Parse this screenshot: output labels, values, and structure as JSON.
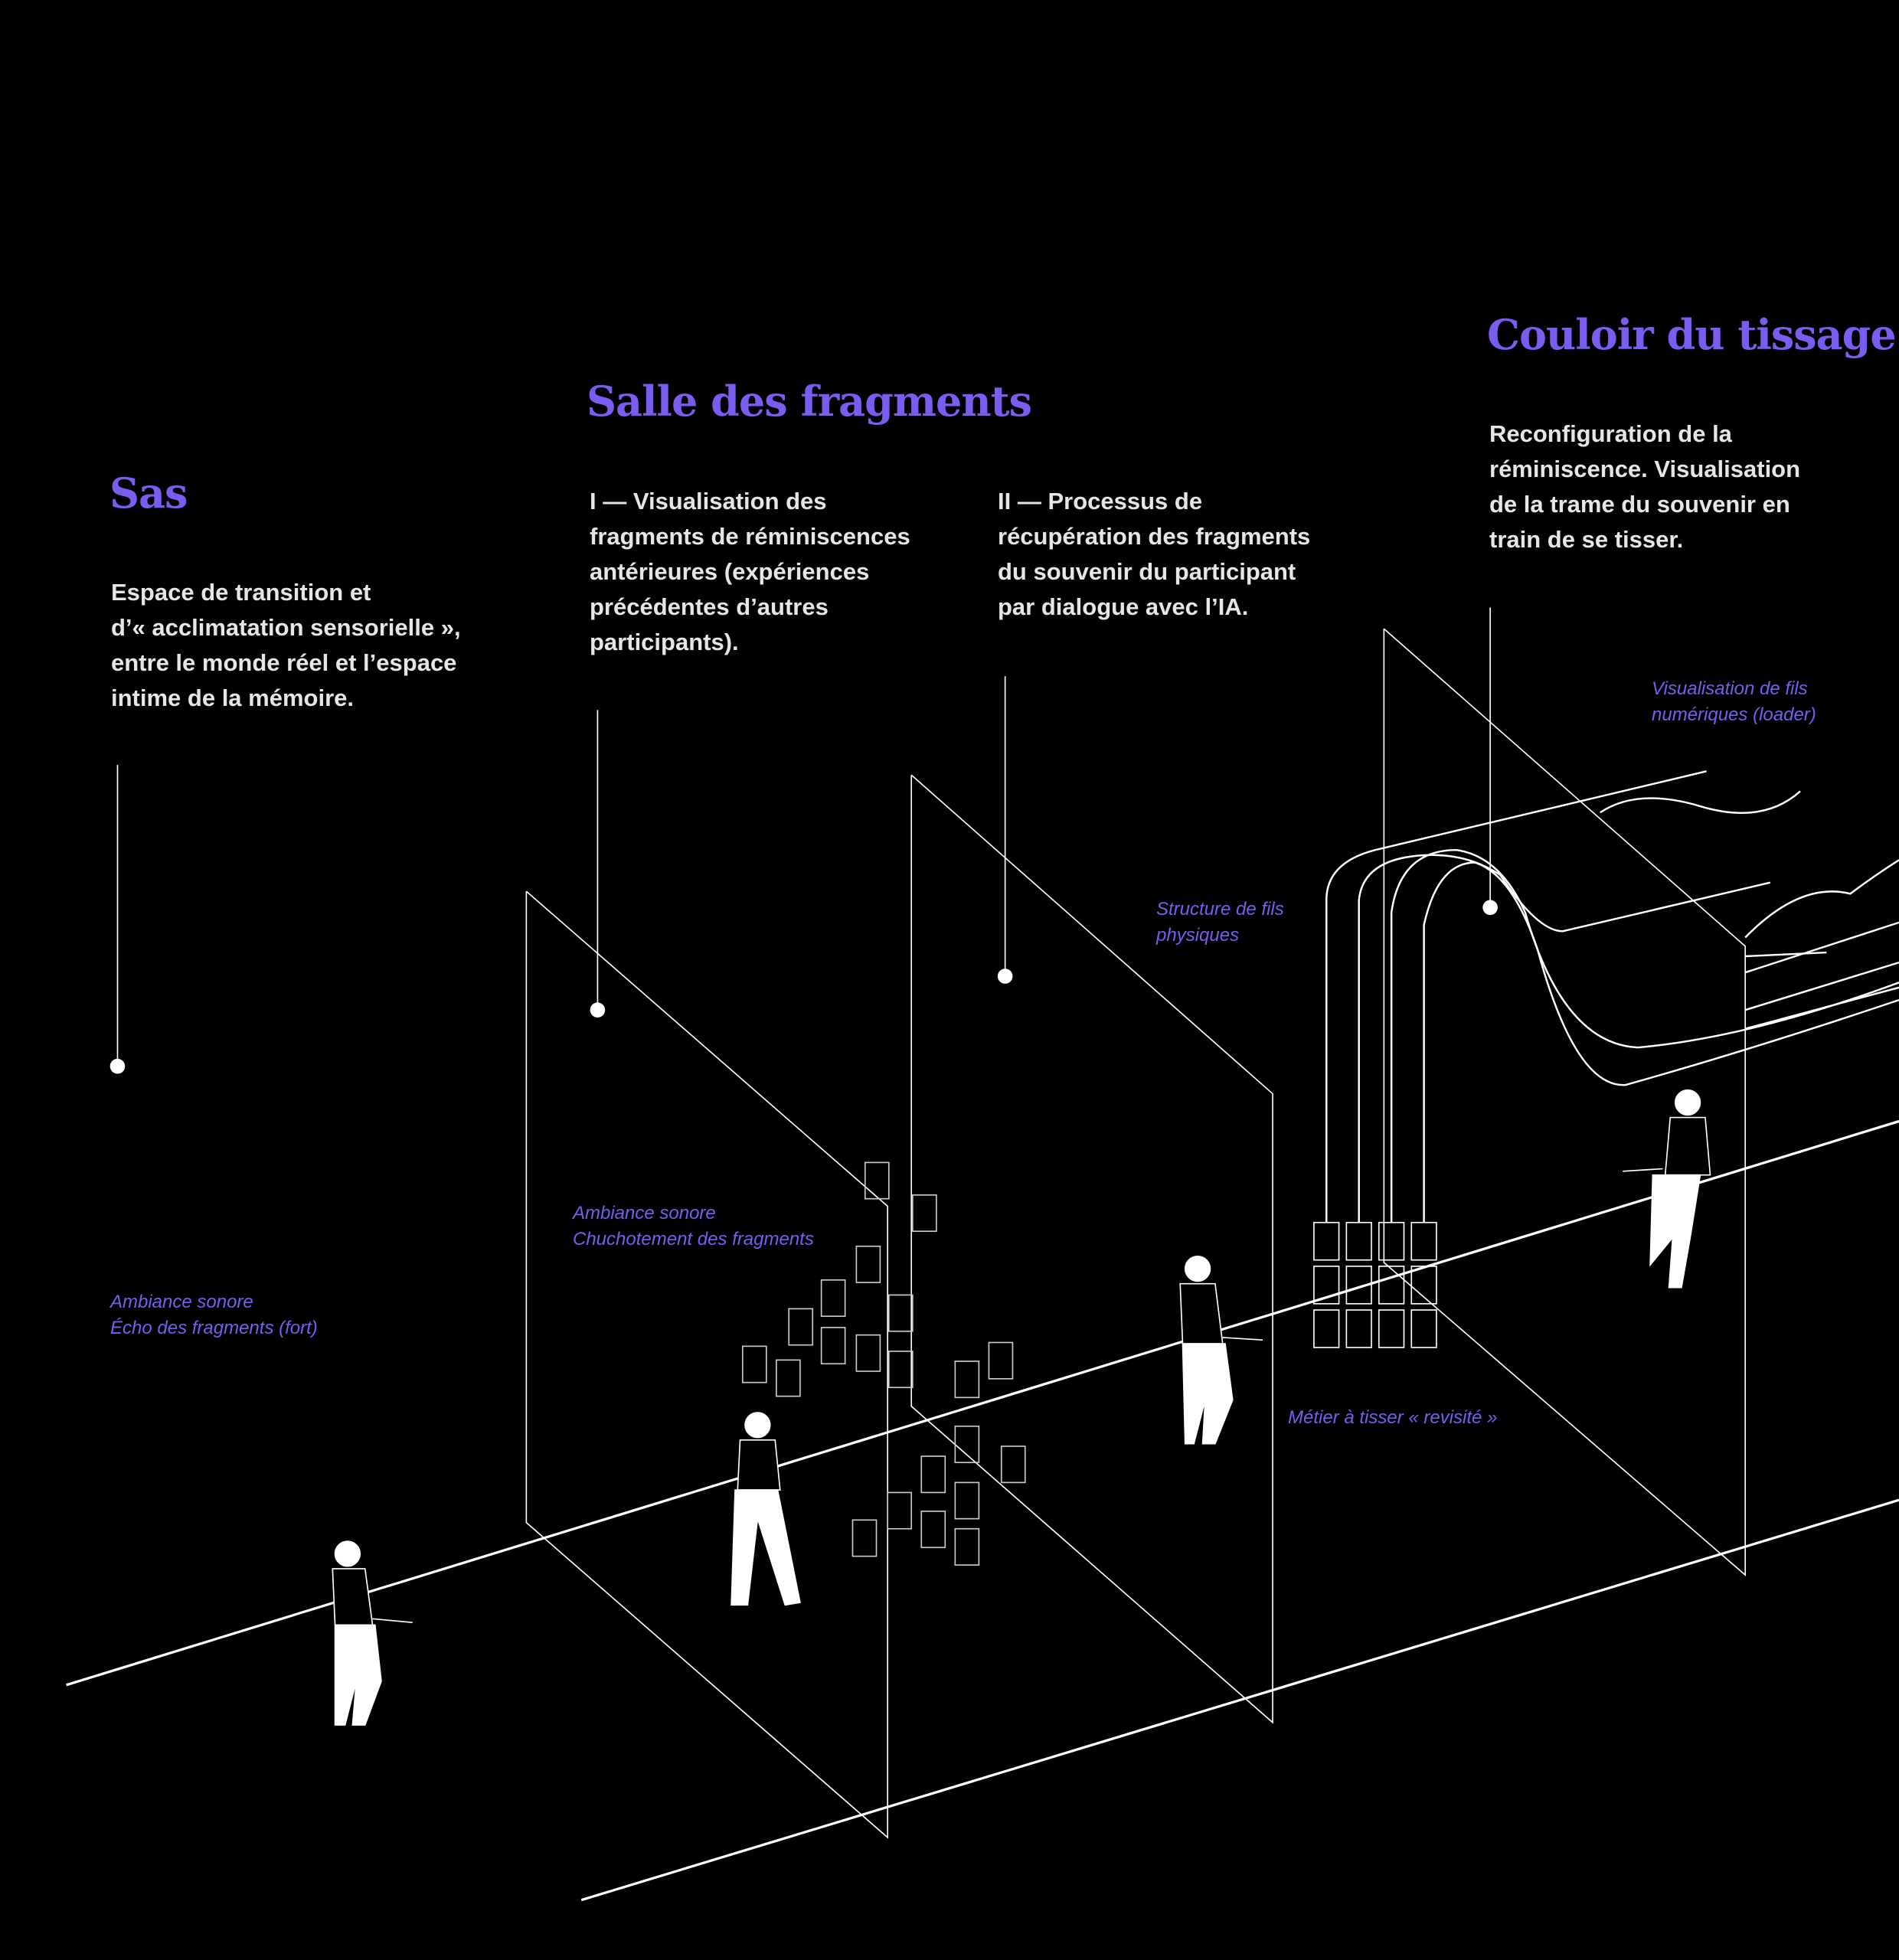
{
  "colors": {
    "accent": "#7b5cf0",
    "background": "#000000",
    "text": "#e6e6e6",
    "lines": "#ffffff"
  },
  "sections": {
    "sas": {
      "title": "Sas",
      "lines": [
        "Espace de transition et",
        "d’« acclimatation sensorielle »,",
        "entre le monde réel et l’espace",
        "intime de la mémoire."
      ]
    },
    "salle": {
      "title": "Salle des fragments",
      "part1": [
        "I — Visualisation des",
        "fragments de réminiscences",
        "antérieures (expériences",
        "précédentes d’autres",
        "participants)."
      ],
      "part2": [
        "II — Processus de",
        "récupération des fragments",
        "du souvenir du participant",
        "par dialogue avec l’IA."
      ]
    },
    "couloir": {
      "title": "Couloir du tissage",
      "lines": [
        "Reconfiguration de la",
        "réminiscence. Visualisation",
        "de la trame du souvenir en",
        "train de se tisser."
      ]
    }
  },
  "labels": {
    "fils_numeriques": [
      "Visualisation de fils",
      "numériques (loader)"
    ],
    "fils_physiques": [
      "Structure de fils",
      "physiques"
    ],
    "ambiance_salle": [
      "Ambiance sonore",
      "Chuchotement des fragments"
    ],
    "ambiance_sas": [
      "Ambiance sonore",
      "Écho des fragments (fort)"
    ],
    "metier": [
      "Métier à tisser « revisité »"
    ]
  }
}
